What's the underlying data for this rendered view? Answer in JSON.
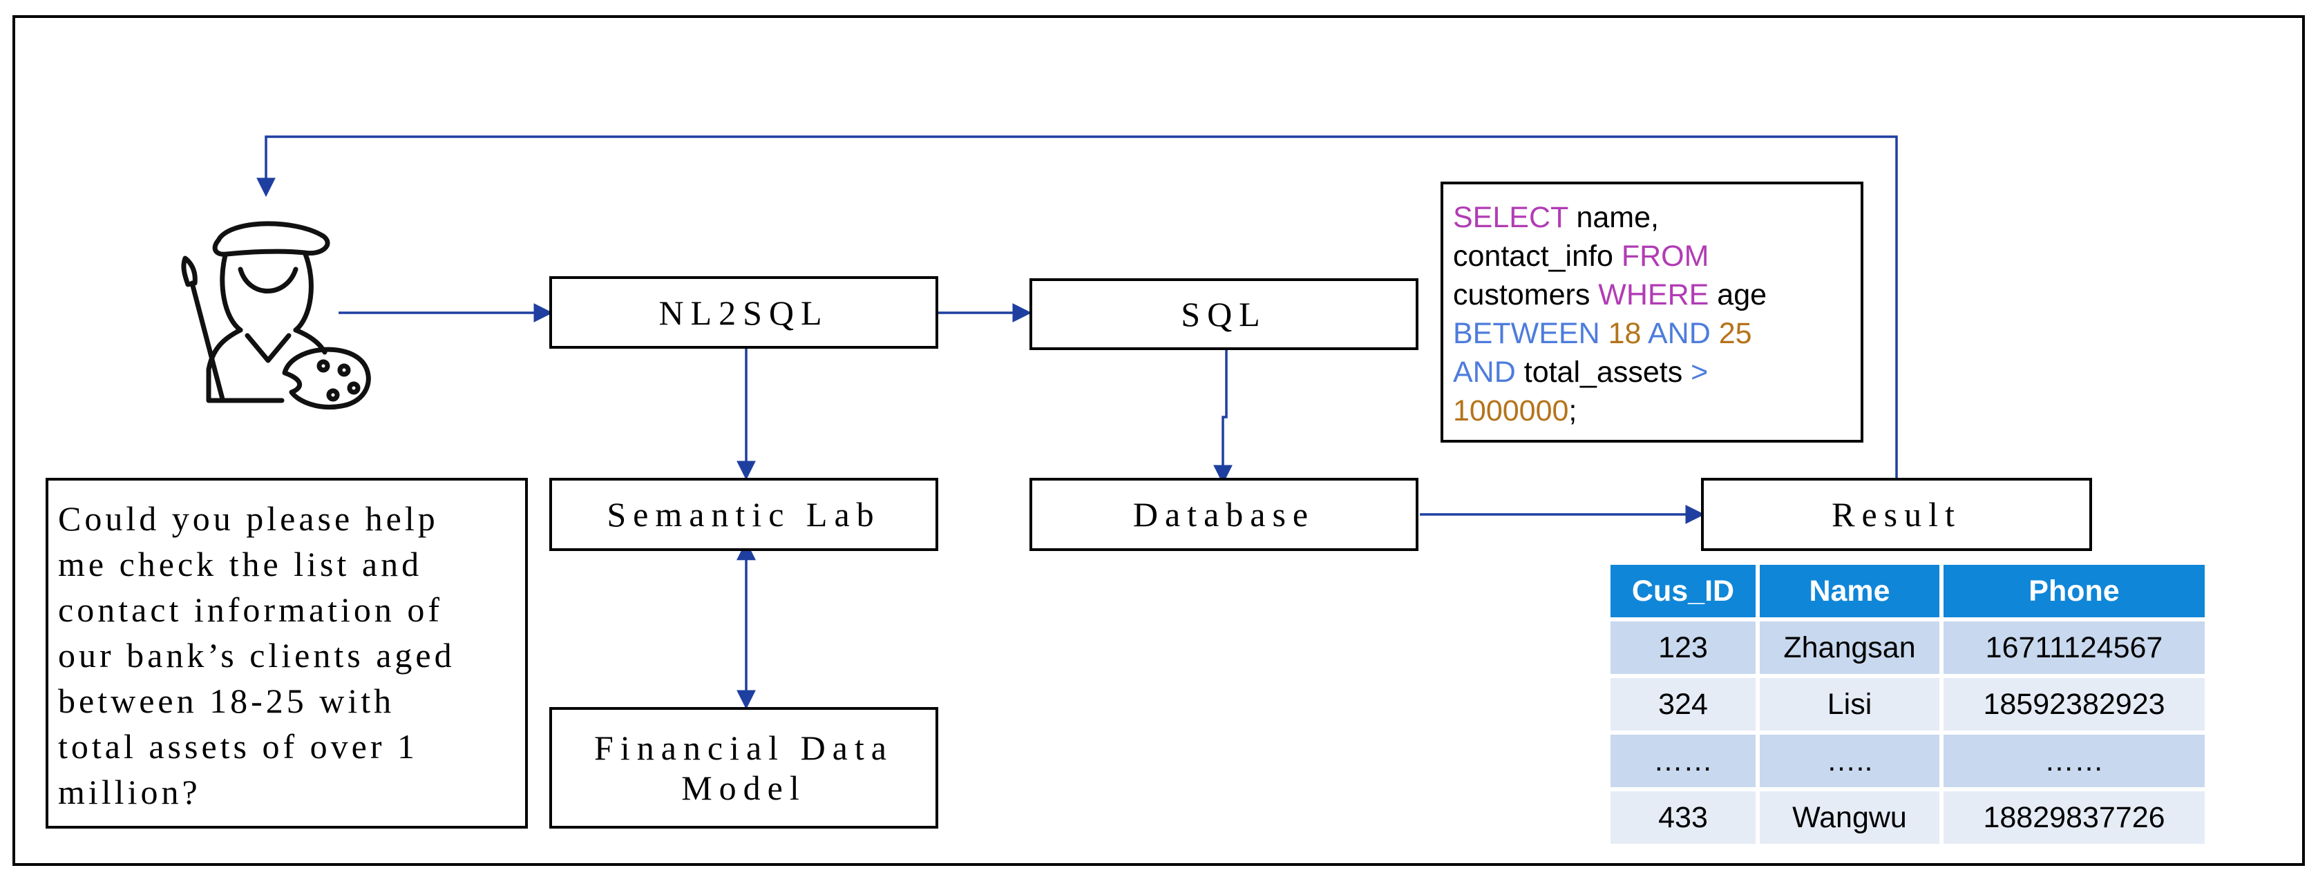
{
  "boxes": {
    "nl2sql": "NL2SQL",
    "sql": "SQL",
    "semantic_lab": "Semantic Lab",
    "database": "Database",
    "result": "Result",
    "financial_model_line1": "Financial Data",
    "financial_model_line2": "Model"
  },
  "question": {
    "lines": [
      "Could you please help",
      "me check the list and",
      "contact information of",
      "our bank’s clients aged",
      "between 18-25 with",
      "total assets of over 1",
      "million?"
    ]
  },
  "sql_code": {
    "t1": "SELECT",
    "t2": " name,",
    "t3": "contact_info ",
    "t4": "FROM",
    "t5": "customers ",
    "t6": "WHERE",
    "t7": " age",
    "t8": "BETWEEN ",
    "t9": "18",
    "t10": " AND ",
    "t11": "25",
    "t12": "AND",
    "t13": " total_assets ",
    "t14": ">",
    "t15": "1000000",
    "t16": ";"
  },
  "result_table": {
    "headers": [
      "Cus_ID",
      "Name",
      "Phone"
    ],
    "rows": [
      [
        "123",
        "Zhangsan",
        "16711124567"
      ],
      [
        "324",
        "Lisi",
        "18592382923"
      ],
      [
        "……",
        "…..",
        "……"
      ],
      [
        "433",
        "Wangwu",
        "18829837726"
      ]
    ]
  },
  "icons": {
    "user": "painter-person-icon"
  },
  "colors": {
    "arrow": "#1f3fa0",
    "sql_keyword": "#b13cb4",
    "sql_operator": "#4d7cdc",
    "sql_number": "#b5731a",
    "table_header": "#0f86d8",
    "table_row_odd": "#c8d8ee",
    "table_row_even": "#e6ecf6"
  }
}
